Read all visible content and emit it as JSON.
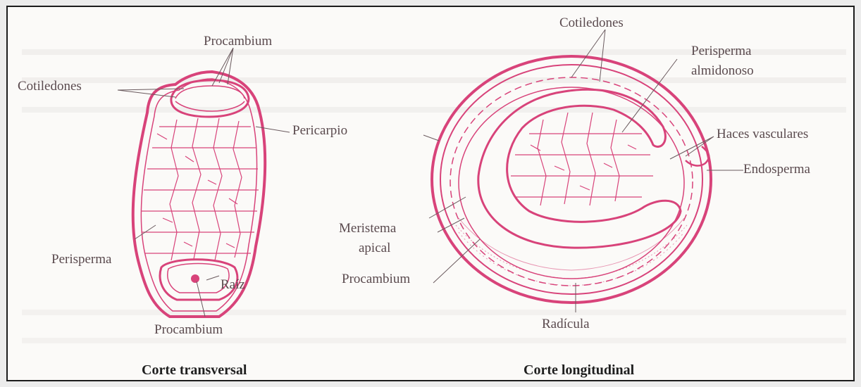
{
  "figure": {
    "left": {
      "caption": "Corte transversal",
      "labels": {
        "procambium_top": "Procambium",
        "cotiledones": "Cotiledones",
        "pericarpio": "Pericarpio",
        "perisperma": "Perisperma",
        "raiz": "Raíz",
        "procambium_bottom": "Procambium"
      }
    },
    "right": {
      "caption": "Corte longitudinal",
      "labels": {
        "cotiledones": "Cotiledones",
        "perisperma_line1": "Perisperma",
        "perisperma_line2": "almidonoso",
        "haces": "Haces vasculares",
        "endosperma": "Endosperma",
        "meristema_line1": "Meristema",
        "meristema_line2": "apical",
        "procambium": "Procambium",
        "radicula": "Radícula"
      }
    },
    "colors": {
      "ink": "#d8437a",
      "label": "#5a4a4e",
      "caption": "#1f1f1f",
      "frame": "#1c1c1c"
    }
  }
}
